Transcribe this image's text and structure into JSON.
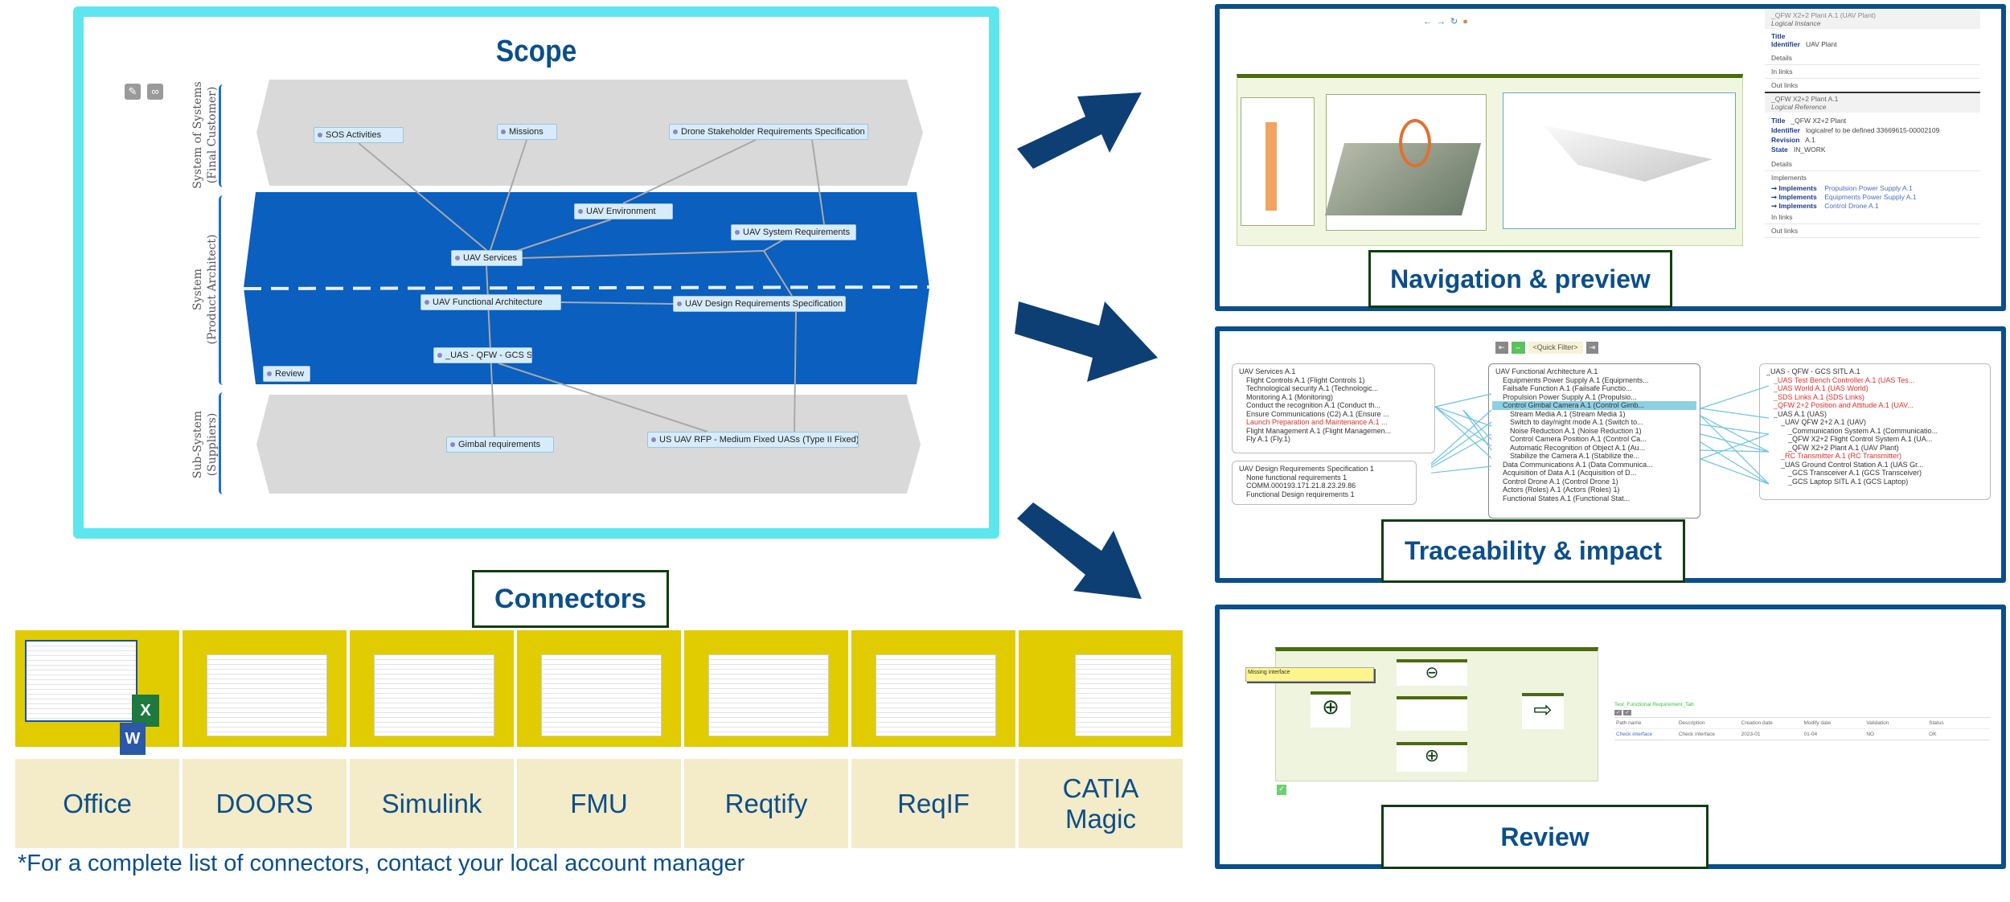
{
  "scope": {
    "title": "Scope",
    "band_labels": [
      {
        "line1": "System of Systems",
        "line2": "(Final Customer)"
      },
      {
        "line1": "System",
        "line2": "(Product Architect)"
      },
      {
        "line1": "Sub-System",
        "line2": "(Suppliers)"
      }
    ],
    "nodes": [
      {
        "label": "SOS Activities"
      },
      {
        "label": "Missions"
      },
      {
        "label": "Drone Stakeholder Requirements Specification"
      },
      {
        "label": "UAV Environment"
      },
      {
        "label": "UAV System Requirements"
      },
      {
        "label": "UAV Services"
      },
      {
        "label": "UAV Functional Architecture"
      },
      {
        "label": "UAV Design Requirements Specification"
      },
      {
        "label": "_UAS - QFW - GCS SITL"
      },
      {
        "label": "Review"
      },
      {
        "label": "Gimbal requirements"
      },
      {
        "label": "US UAV RFP - Medium Fixed UASs (Type II Fixed)"
      }
    ],
    "colors": {
      "border": "#5ee6ef",
      "system_band": "#0a5fbf",
      "outer_band": "#d9d9d9"
    }
  },
  "navigation": {
    "label": "Navigation & preview",
    "instance": {
      "header": "_QFW X2+2 Plant A.1 (UAV Plant)",
      "sub": "Logical Instance",
      "title_label": "Title",
      "identifier_label": "Identifier",
      "identifier": "UAV Plant",
      "sections": [
        "Details",
        "In links",
        "Out links"
      ]
    },
    "reference": {
      "header": "_QFW X2+2 Plant A.1",
      "sub": "Logical Reference",
      "title_label": "Title",
      "title": "_QFW X2+2 Plant",
      "identifier_label": "Identifier",
      "identifier": "logicalref to be defined 33669615-00002109",
      "revision_label": "Revision",
      "revision": "A.1",
      "state_label": "State",
      "state": "IN_WORK",
      "details": "Details",
      "implements_section": "Implements",
      "implements": [
        {
          "rel": "Implements",
          "target": "Propulsion Power Supply A.1"
        },
        {
          "rel": "Implements",
          "target": "Equipments Power Supply A.1"
        },
        {
          "rel": "Implements",
          "target": "Control Drone A.1"
        }
      ],
      "in_links": "In links",
      "out_links": "Out links"
    }
  },
  "traceability": {
    "label": "Traceability & impact",
    "quick_filter": "<Quick Filter>",
    "left_tree": [
      {
        "t": "UAV Services A.1",
        "lvl": 0
      },
      {
        "t": "Flight Controls A.1 (Flight Controls 1)",
        "lvl": 1
      },
      {
        "t": "Technological security A.1 (Technologic...",
        "lvl": 1
      },
      {
        "t": "Monitoring A.1 (Monitoring)",
        "lvl": 1
      },
      {
        "t": "Conduct the recognition A.1 (Conduct th...",
        "lvl": 1
      },
      {
        "t": "Ensure Communications (C2) A.1 (Ensure ...",
        "lvl": 1
      },
      {
        "t": "Launch Preparation and Maintenance A.1 ...",
        "lvl": 1,
        "red": true
      },
      {
        "t": "Flight Management A.1 (Flight Managemen...",
        "lvl": 1
      },
      {
        "t": "Fly A.1 (Fly.1)",
        "lvl": 1
      }
    ],
    "left_tree2": [
      {
        "t": "UAV Design Requirements Specification 1",
        "lvl": 0
      },
      {
        "t": "None functional requirements 1",
        "lvl": 1
      },
      {
        "t": "COMM.000193.171.21.8.23.29.86",
        "lvl": 1
      },
      {
        "t": "Functional Design requirements 1",
        "lvl": 1
      }
    ],
    "mid_tree": [
      {
        "t": "UAV Functional Architecture A.1",
        "lvl": 0
      },
      {
        "t": "Equipments Power Supply A.1 (Equipments...",
        "lvl": 1
      },
      {
        "t": "Failsafe Function A.1 (Failsafe Functio...",
        "lvl": 1
      },
      {
        "t": "Propulsion Power Supply A.1 (Propulsio...",
        "lvl": 1
      },
      {
        "t": "Control Gimbal Camera A.1 (Control Gimb...",
        "lvl": 1,
        "sel": true
      },
      {
        "t": "Stream Media A.1 (Stream Media 1)",
        "lvl": 2
      },
      {
        "t": "Switch to day/night mode A.1 (Switch to...",
        "lvl": 2
      },
      {
        "t": "Noise Reduction A.1 (Noise Reduction 1)",
        "lvl": 2
      },
      {
        "t": "Control Camera Position A.1 (Control Ca...",
        "lvl": 2
      },
      {
        "t": "Automatic Recognition of Object A.1 (Au...",
        "lvl": 2
      },
      {
        "t": "Stabilize the Camera A.1 (Stabilize the...",
        "lvl": 2
      },
      {
        "t": "Data Communications A.1 (Data Communica...",
        "lvl": 1
      },
      {
        "t": "Acquisition of Data A.1 (Acquisition of D...",
        "lvl": 1
      },
      {
        "t": "Control Drone A.1 (Control Drone 1)",
        "lvl": 1
      },
      {
        "t": "Actors (Roles) A.1 (Actors (Roles) 1)",
        "lvl": 1
      },
      {
        "t": "Functional States A.1 (Functional Stat...",
        "lvl": 1
      }
    ],
    "right_tree": [
      {
        "t": "_UAS - QFW - GCS SITL A.1",
        "lvl": 0
      },
      {
        "t": "_UAS Test Bench Controller A.1 (UAS Tes...",
        "lvl": 1,
        "red": true
      },
      {
        "t": "_UAS World A.1 (UAS World)",
        "lvl": 1,
        "red": true
      },
      {
        "t": "_SDS Links A.1 (SDS Links)",
        "lvl": 1,
        "red": true
      },
      {
        "t": "_QFW 2+2 Position and Attitude A.1 (UAV...",
        "lvl": 1,
        "red": true
      },
      {
        "t": "_UAS A.1 (UAS)",
        "lvl": 1
      },
      {
        "t": "_UAV QFW 2+2 A.1 (UAV)",
        "lvl": 2
      },
      {
        "t": "_Communication System A.1 (Communicatio...",
        "lvl": 3
      },
      {
        "t": "_QFW X2+2 Flight Control System A.1 (UA...",
        "lvl": 3
      },
      {
        "t": "_QFW X2+2 Plant A.1 (UAV Plant)",
        "lvl": 3
      },
      {
        "t": "_RC Transmitter A.1 (RC Transmitter)",
        "lvl": 2,
        "red": true
      },
      {
        "t": "_UAS Ground Control Station A.1 (UAS Gr...",
        "lvl": 2
      },
      {
        "t": "_GCS Transceiver A.1 (GCS Transceiver)",
        "lvl": 3
      },
      {
        "t": "_GCS Laptop SITL A.1 (GCS Laptop)",
        "lvl": 3
      }
    ]
  },
  "review": {
    "label": "Review",
    "callout": "Missing interface",
    "table_title": "Test_Functional Requirement_Tab",
    "table_headers": [
      "Path name",
      "Description",
      "Creation date",
      "Modify date",
      "Validation",
      "Status"
    ],
    "table_row": [
      "Check interface",
      "Check interface",
      "2023-01",
      "01-04",
      "NO",
      "OK"
    ]
  },
  "connectors": {
    "label": "Connectors",
    "items": [
      "Office",
      "DOORS",
      "Simulink",
      "FMU",
      "Reqtify",
      "ReqIF",
      "CATIA Magic"
    ],
    "footnote": "*For a complete list of connectors, contact your local account manager",
    "colors": {
      "tile": "#e0cc00",
      "label_bg": "#f4ebc8",
      "text": "#0b4f8a"
    }
  }
}
